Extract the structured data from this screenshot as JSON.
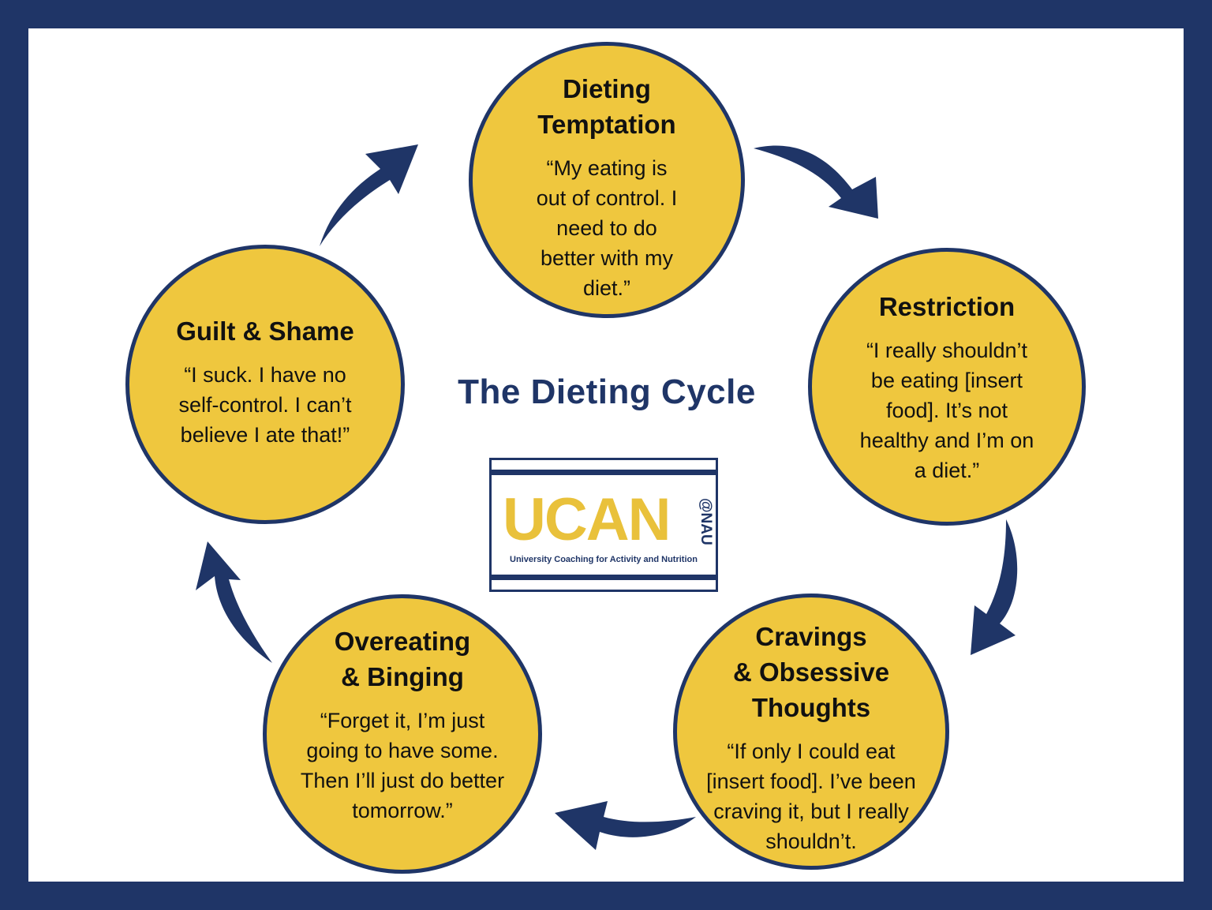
{
  "center_title": "The Dieting Cycle",
  "logo": {
    "main": "UCAN",
    "at": "@NAU",
    "subtitle": "University Coaching for Activity and Nutrition"
  },
  "nodes": [
    {
      "title": "Dieting\nTemptation",
      "quote": "“My eating is\nout of control. I\nneed to do\nbetter with my\ndiet.”"
    },
    {
      "title": "Restriction",
      "quote": "“I really shouldn’t\nbe eating [insert\nfood]. It’s not\nhealthy and I’m on\na diet.”"
    },
    {
      "title": "Cravings\n& Obsessive\nThoughts",
      "quote": "“If only I could eat\n[insert food]. I’ve been\ncraving it, but I really\nshouldn’t."
    },
    {
      "title": "Overeating\n& Binging",
      "quote": "“Forget it, I’m just\ngoing to have some.\nThen I’ll just do better\ntomorrow.”"
    },
    {
      "title": "Guilt & Shame",
      "quote": "“I suck. I have no\nself-control. I can’t\nbelieve I ate that!”"
    }
  ],
  "colors": {
    "navy": "#1f3567",
    "gold": "#efc73e",
    "logo_gold": "#e9c13b"
  }
}
